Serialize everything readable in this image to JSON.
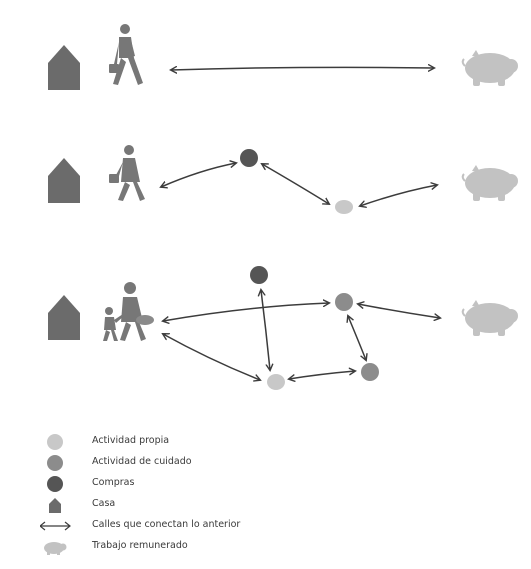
{
  "colors": {
    "house": "#6b6b6b",
    "person": "#777777",
    "piggy": "#c2c2c2",
    "own_activity": "#c8c8c8",
    "care_activity": "#8c8c8c",
    "shopping": "#555555",
    "arrow": "#3c3c3c"
  },
  "icons": [
    "house-icon",
    "walking-person-icon",
    "person-with-bag-icon",
    "caregiver-with-child-icon",
    "piggy-bank-icon"
  ],
  "scenarios": [
    {
      "name": "direct-commute",
      "stops": []
    },
    {
      "name": "commute-with-shopping-and-own-activity",
      "stops": [
        "shopping",
        "own_activity"
      ]
    },
    {
      "name": "care-chain",
      "stops": [
        "shopping",
        "care_activity",
        "own_activity",
        "care_activity"
      ]
    }
  ],
  "legend": [
    {
      "symbol": "own_activity",
      "label": "Actividad propia"
    },
    {
      "symbol": "care_activity",
      "label": "Actividad de cuidado"
    },
    {
      "symbol": "shopping",
      "label": "Compras"
    },
    {
      "symbol": "house",
      "label": "Casa"
    },
    {
      "symbol": "arrow",
      "label": "Calles que conectan lo anterior"
    },
    {
      "symbol": "piggy",
      "label": "Trabajo remunerado"
    }
  ]
}
